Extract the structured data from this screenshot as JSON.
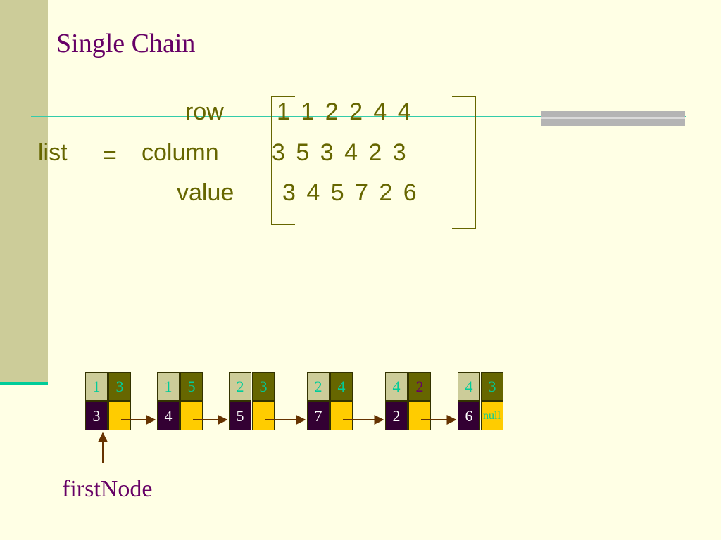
{
  "slide": {
    "title": "Single Chain",
    "equation": {
      "list_label": "list",
      "equals": "=",
      "rows": [
        {
          "label": "row",
          "values": "1  1  2  2  4  4"
        },
        {
          "label": "column",
          "values": "3  5  3  4  2  3"
        },
        {
          "label": "value",
          "values": "3  4  5  7  2  6"
        }
      ]
    },
    "chain": {
      "nodes": [
        {
          "row": "1",
          "col": "3",
          "value": "3"
        },
        {
          "row": "1",
          "col": "5",
          "value": "4"
        },
        {
          "row": "2",
          "col": "3",
          "value": "5"
        },
        {
          "row": "2",
          "col": "4",
          "value": "7"
        },
        {
          "row": "4",
          "col": "2",
          "value": "2"
        },
        {
          "row": "4",
          "col": "3",
          "value": "6"
        }
      ],
      "null_label": "null",
      "first_node_label": "firstNode"
    }
  }
}
